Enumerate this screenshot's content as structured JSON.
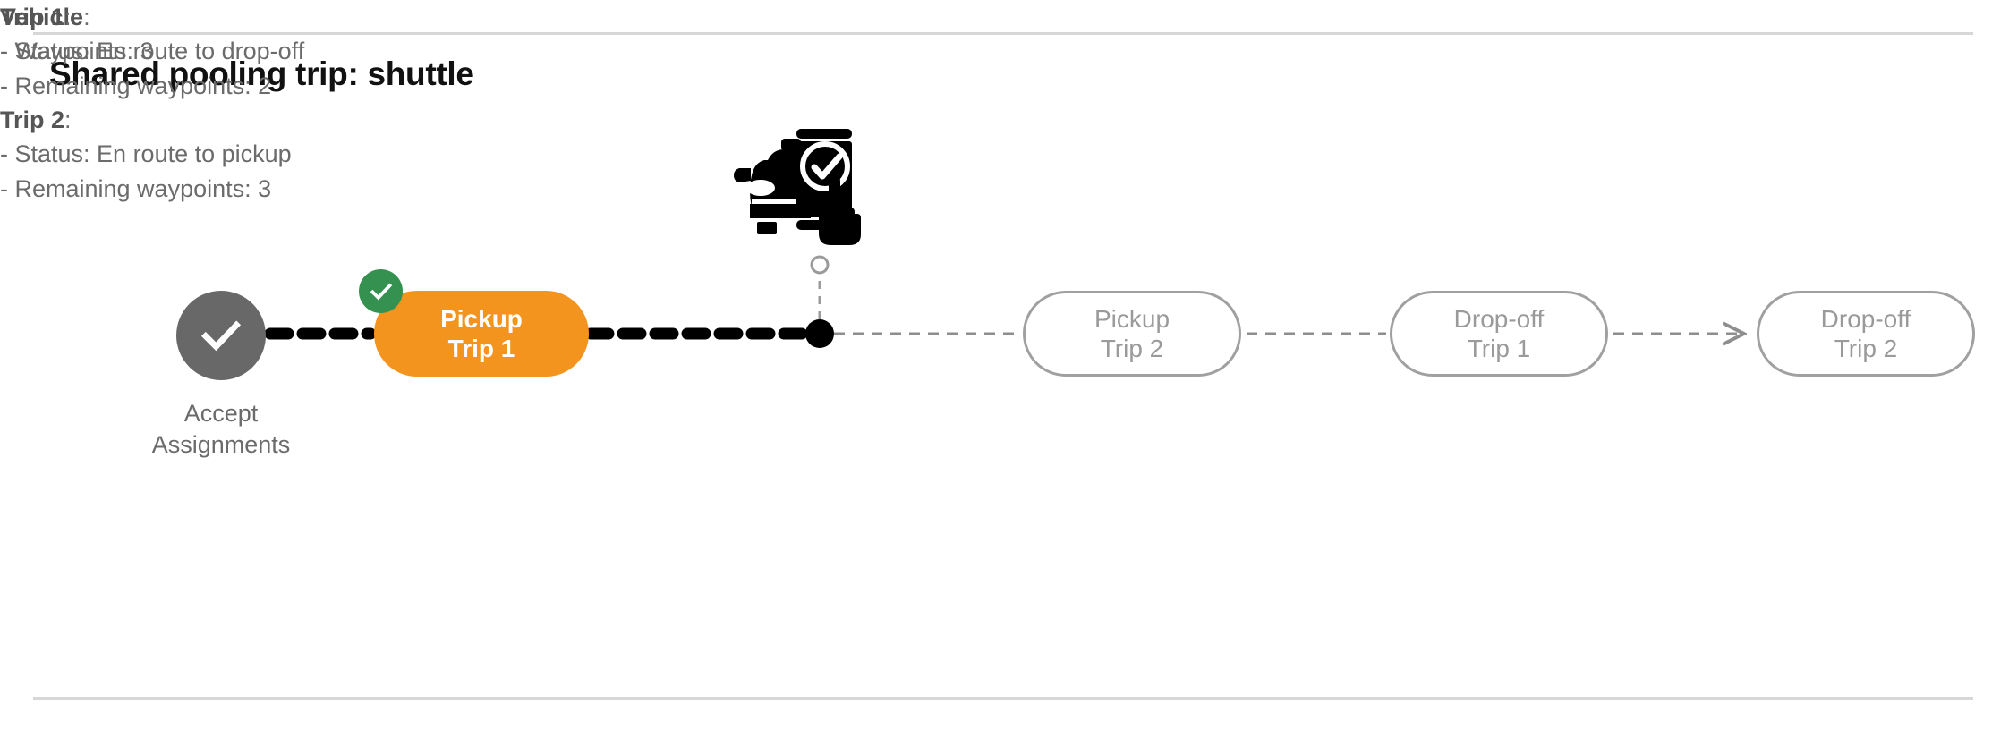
{
  "page": {
    "title": "Shared pooling trip: shuttle",
    "divider_color": "#d6d7d8",
    "background": "#ffffff"
  },
  "colors": {
    "active_node": "#f3941f",
    "completed_badge": "#349150",
    "start_node": "#686868",
    "idle_outline": "#a0a0a0",
    "idle_text": "#9a9a9a",
    "body_text": "#6b6b6b",
    "strong_text": "#555555",
    "active_path": "#000000",
    "future_path": "#8e8e8e"
  },
  "flow": {
    "start_node": {
      "icon": "check-circle-icon",
      "label_line1": "Accept",
      "label_line2": "Assignments",
      "state": "completed"
    },
    "nodes": [
      {
        "id": "pickup-trip-1",
        "line1": "Pickup",
        "line2": "Trip 1",
        "state": "active",
        "badge": "completed-check"
      },
      {
        "id": "pickup-trip-2",
        "line1": "Pickup",
        "line2": "Trip 2",
        "state": "upcoming",
        "badge": null
      },
      {
        "id": "dropoff-trip-1",
        "line1": "Drop-off",
        "line2": "Trip 1",
        "state": "upcoming",
        "badge": null
      },
      {
        "id": "dropoff-trip-2",
        "line1": "Drop-off",
        "line2": "Trip 2",
        "state": "upcoming",
        "badge": null
      }
    ],
    "vehicle_marker": {
      "icon": "car-phone-check-icon",
      "position_label": "current-vehicle-position"
    }
  },
  "callouts": {
    "vehicle": {
      "heading": "Vehicle",
      "heading_suffix": ":",
      "lines": [
        "- Waypoints: 3"
      ]
    },
    "trips": [
      {
        "heading": "Trip 1",
        "heading_suffix": ":",
        "lines": [
          "- Status:  En route to drop-off",
          "- Remaining waypoints: 2"
        ]
      },
      {
        "heading": "Trip 2",
        "heading_suffix": ":",
        "lines": [
          "- Status:  En route to pickup",
          "- Remaining waypoints: 3"
        ]
      }
    ]
  }
}
